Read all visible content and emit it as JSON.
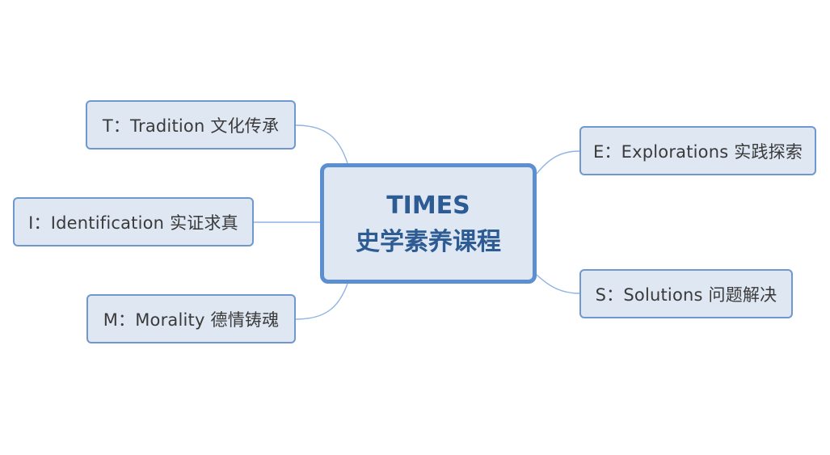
{
  "central_topic": {
    "title": "TIMES",
    "subtitle": "史学素养课程"
  },
  "branches": {
    "tradition": {
      "label": "T：Tradition  文化传承"
    },
    "identification": {
      "label": "I：Identification  实证求真"
    },
    "morality": {
      "label": "M：Morality  德情铸魂"
    },
    "explorations": {
      "label": "E：Explorations  实践探索"
    },
    "solutions": {
      "label": "S：Solutions  问题解决"
    }
  },
  "colors": {
    "node_fill": "#dfe7f3",
    "node_border": "#6f98cf",
    "center_border": "#5b8fd0",
    "center_text": "#2c5c93",
    "connector": "#8eb4e3",
    "node_text": "#3a3a3a"
  }
}
